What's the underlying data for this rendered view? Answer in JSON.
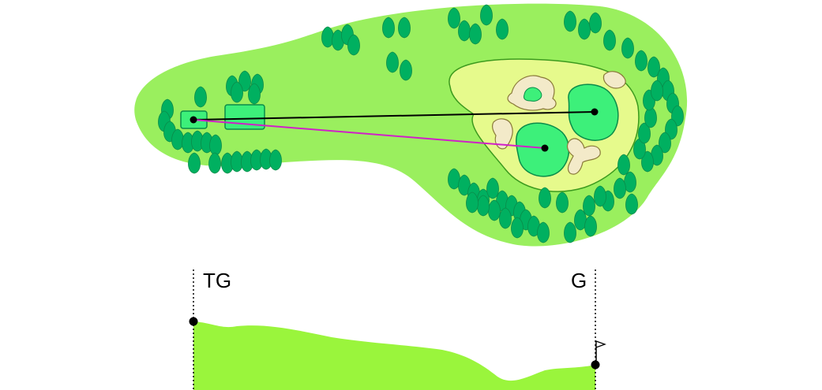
{
  "hole_map": {
    "colors": {
      "rough": "#9AEF5E",
      "trees": "#00B060",
      "tree_outline": "#0A8C4A",
      "fringe": "#E6FA8C",
      "green": "#3DF07A",
      "bunker": "#F3EAC9",
      "tee": "#3DF07A",
      "shot_line_main": "#000000",
      "shot_line_alt": "#D020C8"
    },
    "shot_lines": [
      {
        "name": "to-right-green",
        "color": "#000000"
      },
      {
        "name": "to-left-green",
        "color": "#D020C8"
      }
    ]
  },
  "profile": {
    "start_label": "TG",
    "end_label": "G",
    "fill_color": "#9AF53C",
    "flag_icon": "flag-icon"
  }
}
